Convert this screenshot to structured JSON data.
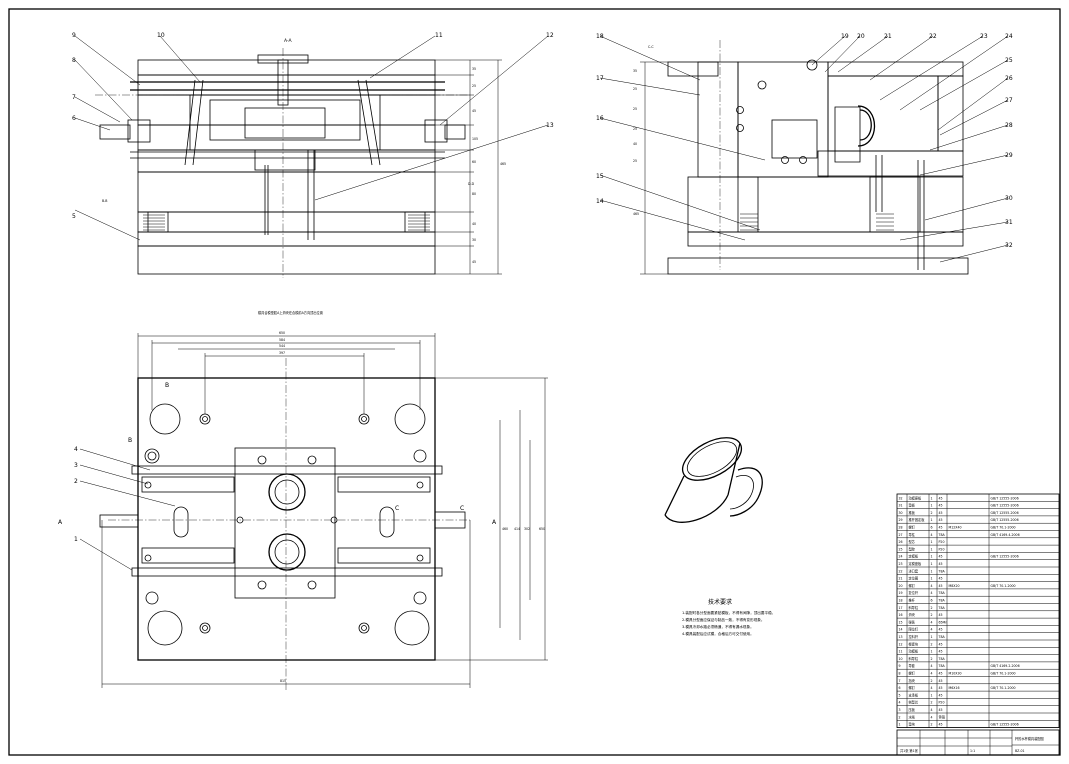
{
  "drawing": {
    "section_a": "A-A",
    "section_b": "B-B",
    "section_c": "C-C",
    "section_d": "D-D",
    "view_b_mark": "B",
    "view_c_mark": "C",
    "view_a_mark": "A",
    "left_labels": [
      "1",
      "2",
      "3",
      "4"
    ],
    "section1_labels": [
      "5",
      "6",
      "7",
      "8",
      "9",
      "10",
      "11",
      "12",
      "13"
    ],
    "section2_labels": [
      "14",
      "15",
      "16",
      "17",
      "18",
      "19",
      "20",
      "21",
      "22",
      "23",
      "24",
      "25",
      "26",
      "27",
      "28",
      "29",
      "30",
      "31",
      "32"
    ],
    "dims_top": [
      "650",
      "584",
      "544",
      "397"
    ],
    "dims_bottom": "815",
    "dims_right": [
      "460",
      "414",
      "302",
      "650"
    ],
    "section1_vdims": [
      "35",
      "25",
      "45",
      "105",
      "60",
      "80",
      "40",
      "30",
      "45"
    ],
    "section1_total": "465",
    "note_line": "模具合模型腔A上滑块在合模前A方向顶出位置",
    "tech_title": "技术要求",
    "tech_notes": [
      "1.装配时各分型面要紧贴模板，不得有间隙，顶出要平稳。",
      "2.模具分型面应保证与制品一致，不得有变形现象。",
      "3.模具冷却水路必须畅通，不得有漏水现象。",
      "4.模具装配后应试模，合格后方可交付使用。"
    ],
    "title_block": {
      "name": "杯的水杯模具装配图",
      "scale": "1:1",
      "sheet": "共1张 第1张",
      "drawing_no": "BZ-01"
    },
    "bom_rows": [
      [
        "32",
        "动模座板",
        "1",
        "45",
        "",
        "GB/T 12555-2006"
      ],
      [
        "31",
        "垫板",
        "1",
        "45",
        "",
        "GB/T 12555-2006"
      ],
      [
        "30",
        "推板",
        "2",
        "45",
        "",
        "GB/T 12555-2006"
      ],
      [
        "29",
        "推杆固定板",
        "1",
        "45",
        "",
        "GB/T 12555-2006"
      ],
      [
        "28",
        "螺钉",
        "6",
        "45",
        "M12X40",
        "GB/T 70.1-2000"
      ],
      [
        "27",
        "导柱",
        "4",
        "T8A",
        "",
        "GB/T 4169.4-2006"
      ],
      [
        "26",
        "型芯",
        "1",
        "P20",
        "",
        ""
      ],
      [
        "25",
        "型腔",
        "1",
        "P20",
        "",
        ""
      ],
      [
        "24",
        "定模板",
        "1",
        "45",
        "",
        "GB/T 12555-2006"
      ],
      [
        "23",
        "定模座板",
        "1",
        "45",
        "",
        ""
      ],
      [
        "22",
        "浇口套",
        "1",
        "T8A",
        "",
        ""
      ],
      [
        "21",
        "定位圈",
        "1",
        "45",
        "",
        ""
      ],
      [
        "20",
        "螺钉",
        "4",
        "45",
        "M8X20",
        "GB/T 70.1-2000"
      ],
      [
        "19",
        "复位杆",
        "4",
        "T8A",
        "",
        ""
      ],
      [
        "18",
        "推杆",
        "6",
        "T8A",
        "",
        ""
      ],
      [
        "17",
        "斜导柱",
        "2",
        "T8A",
        "",
        ""
      ],
      [
        "16",
        "滑块",
        "2",
        "45",
        "",
        ""
      ],
      [
        "15",
        "弹簧",
        "4",
        "65Mn",
        "",
        ""
      ],
      [
        "14",
        "限位钉",
        "4",
        "45",
        "",
        ""
      ],
      [
        "13",
        "拉料杆",
        "1",
        "T8A",
        "",
        ""
      ],
      [
        "12",
        "楔紧块",
        "2",
        "45",
        "",
        ""
      ],
      [
        "11",
        "动模板",
        "1",
        "45",
        "",
        ""
      ],
      [
        "10",
        "斜导柱",
        "2",
        "T8A",
        "",
        ""
      ],
      [
        "9",
        "导套",
        "4",
        "T8A",
        "",
        "GB/T 4169.2-2006"
      ],
      [
        "8",
        "螺钉",
        "4",
        "45",
        "M10X30",
        "GB/T 70.1-2000"
      ],
      [
        "7",
        "挡块",
        "2",
        "45",
        "",
        ""
      ],
      [
        "6",
        "螺钉",
        "4",
        "45",
        "M6X16",
        "GB/T 70.1-2000"
      ],
      [
        "5",
        "支承板",
        "1",
        "45",
        "",
        ""
      ],
      [
        "4",
        "侧型芯",
        "2",
        "P20",
        "",
        ""
      ],
      [
        "3",
        "压板",
        "4",
        "45",
        "",
        ""
      ],
      [
        "2",
        "水嘴",
        "4",
        "黄铜",
        "",
        ""
      ],
      [
        "1",
        "垫块",
        "2",
        "45",
        "",
        "GB/T 12555-2006"
      ]
    ]
  }
}
